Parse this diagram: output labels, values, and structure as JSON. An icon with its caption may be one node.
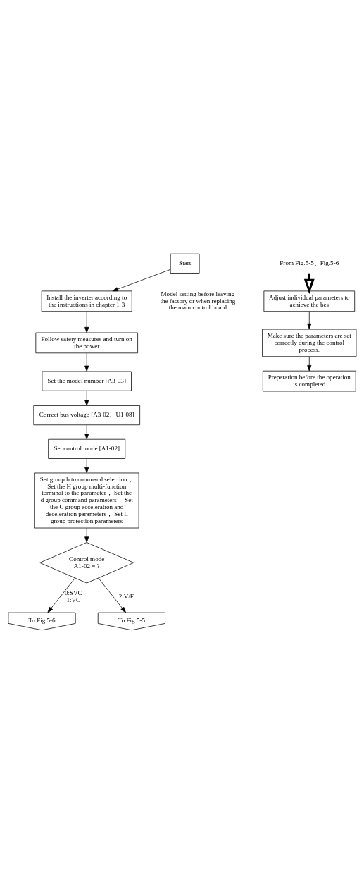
{
  "diagram": {
    "nodes": [
      {
        "text": [
          "Start"
        ]
      },
      {
        "text": [
          "Install the inverter according to the instructions in chapter 1-3"
        ]
      },
      {
        "text": [
          "Follow safety measures and turn on the power"
        ]
      },
      {
        "text": [
          "Set the model number [A3-03]"
        ]
      },
      {
        "text": [
          "Correct bus voltage [A3-02、U1-08]"
        ]
      },
      {
        "text": [
          "Set control mode [A1-02]"
        ]
      },
      {
        "text": [
          "Set group b to command selection， Set the H group multi-function terminal to the parameter， Set the d group command parameters， Set the C group acceleration and deceleration parameters， Set L group protection parameters"
        ]
      },
      {
        "text": [
          "Control mode A1-02 = ?"
        ]
      },
      {
        "text": [
          "To Fig.5-6"
        ]
      },
      {
        "text": [
          "To Fig.5-5"
        ]
      },
      {
        "text": [
          "From Fig.5-5、Fig.5-6"
        ]
      },
      {
        "text": [
          "Adjust individual parameters to achieve the bes"
        ]
      },
      {
        "text": [
          "Make sure the parameters are set correctly during the control process."
        ]
      },
      {
        "text": [
          "Preparation before the operation is completed"
        ]
      }
    ],
    "edges": [
      {
        "from": 0,
        "to": 1,
        "arrow": "to"
      },
      {
        "from": 1,
        "to": 2,
        "arrow": "to"
      },
      {
        "from": 2,
        "to": 3,
        "arrow": "to"
      },
      {
        "from": 3,
        "to": 4,
        "arrow": "to"
      },
      {
        "from": 4,
        "to": 5,
        "arrow": "to"
      },
      {
        "from": 5,
        "to": 6,
        "arrow": "to"
      },
      {
        "from": 6,
        "to": 7,
        "arrow": "to"
      },
      {
        "from": 7,
        "to": 8,
        "arrow": "to",
        "label": "0:SVC 1:VC"
      },
      {
        "from": 7,
        "to": 9,
        "arrow": "to",
        "label": "2:V/F"
      },
      {
        "from": 10,
        "to": 11,
        "arrow": "to",
        "style": "thick"
      },
      {
        "from": 11,
        "to": 12,
        "arrow": "to"
      },
      {
        "from": 12,
        "to": 13,
        "arrow": "to"
      }
    ],
    "labels": [
      "Model setting before leaving the factory or when replacing the main control board"
    ]
  }
}
